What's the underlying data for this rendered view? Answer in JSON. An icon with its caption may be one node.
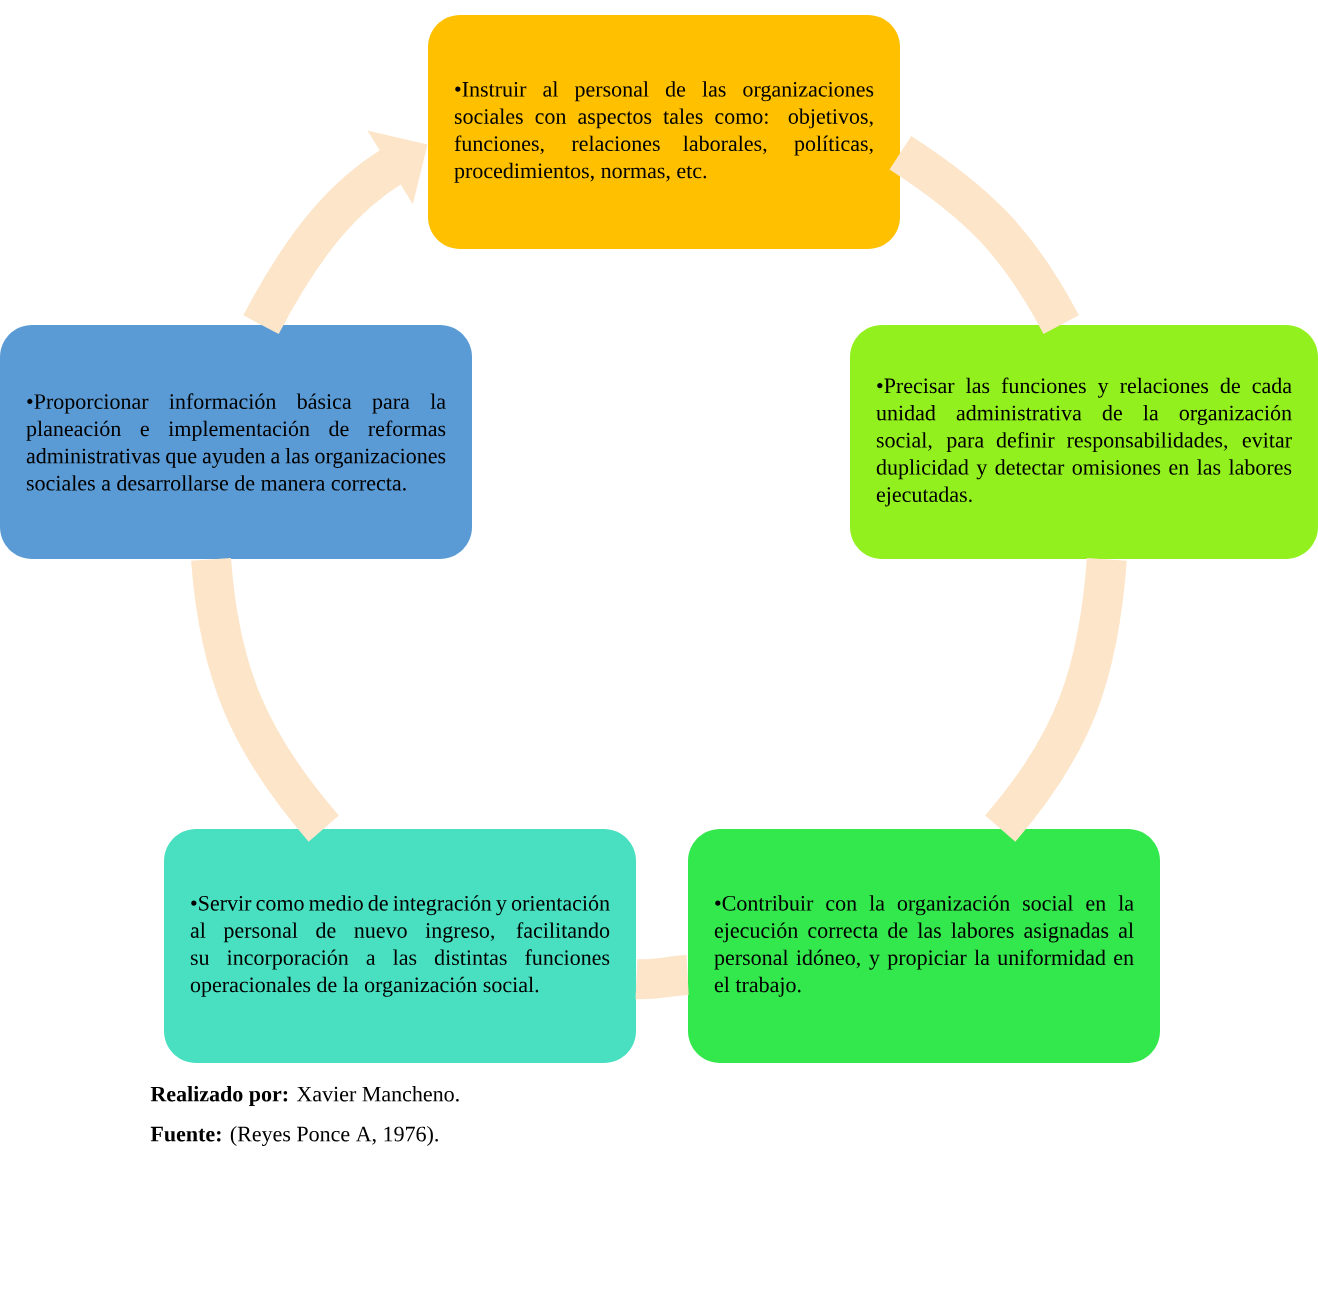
{
  "diagram": {
    "nodes": [
      {
        "text": [
          "•Instruir al personal de las organizaciones sociales con aspectos tales como: objetivos, funciones, relaciones laborales, políticas, procedimientos, normas, etc."
        ]
      },
      {
        "text": [
          "•Precisar las funciones y relaciones de cada unidad administrativa de la organización social, para definir responsabilidades, evitar duplicidad y detectar omisiones en las labores ejecutadas."
        ]
      },
      {
        "text": [
          "•Contribuir con la organización social en la ejecución correcta de las labores asignadas al personal idóneo, y propiciar la uniformidad en el trabajo."
        ]
      },
      {
        "text": [
          "•Servir como medio de integración y orientación al personal de nuevo ingreso, facilitando su incorporación a las distintas funciones operacionales de la organización social."
        ]
      },
      {
        "text": [
          "•Proporcionar información básica para la planeación e implementación de reformas administrativas que ayuden a las organizaciones sociales a desarrollarse de manera correcta."
        ]
      }
    ],
    "edges": [
      {
        "from": 0,
        "to": 1,
        "arrow": "none"
      },
      {
        "from": 1,
        "to": 2,
        "arrow": "none"
      },
      {
        "from": 2,
        "to": 3,
        "arrow": "none"
      },
      {
        "from": 3,
        "to": 4,
        "arrow": "none"
      },
      {
        "from": 4,
        "to": 0,
        "arrow": "to"
      }
    ],
    "labels": [
      "**Realizado por:** Xavier Mancheno.",
      "**Fuente:** (Reyes Ponce A, 1976)."
    ]
  }
}
